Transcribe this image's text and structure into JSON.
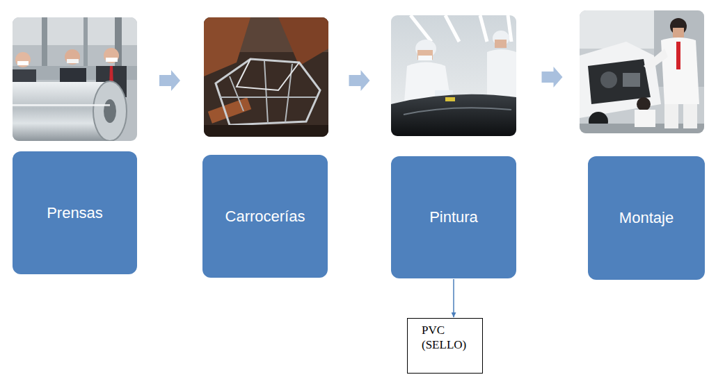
{
  "diagram": {
    "nodes": [
      {
        "text": [
          "Prensas"
        ]
      },
      {
        "text": [
          "Carrocerías"
        ]
      },
      {
        "text": [
          "Pintura"
        ]
      },
      {
        "text": [
          "Montaje"
        ]
      },
      {
        "text": [
          "PVC (SELLO)"
        ]
      }
    ],
    "edges": [
      {
        "from": 0,
        "to": 1,
        "arrow": "to"
      },
      {
        "from": 1,
        "to": 2,
        "arrow": "to"
      },
      {
        "from": 2,
        "to": 3,
        "arrow": "to"
      },
      {
        "from": 2,
        "to": 4,
        "arrow": "to"
      }
    ]
  }
}
